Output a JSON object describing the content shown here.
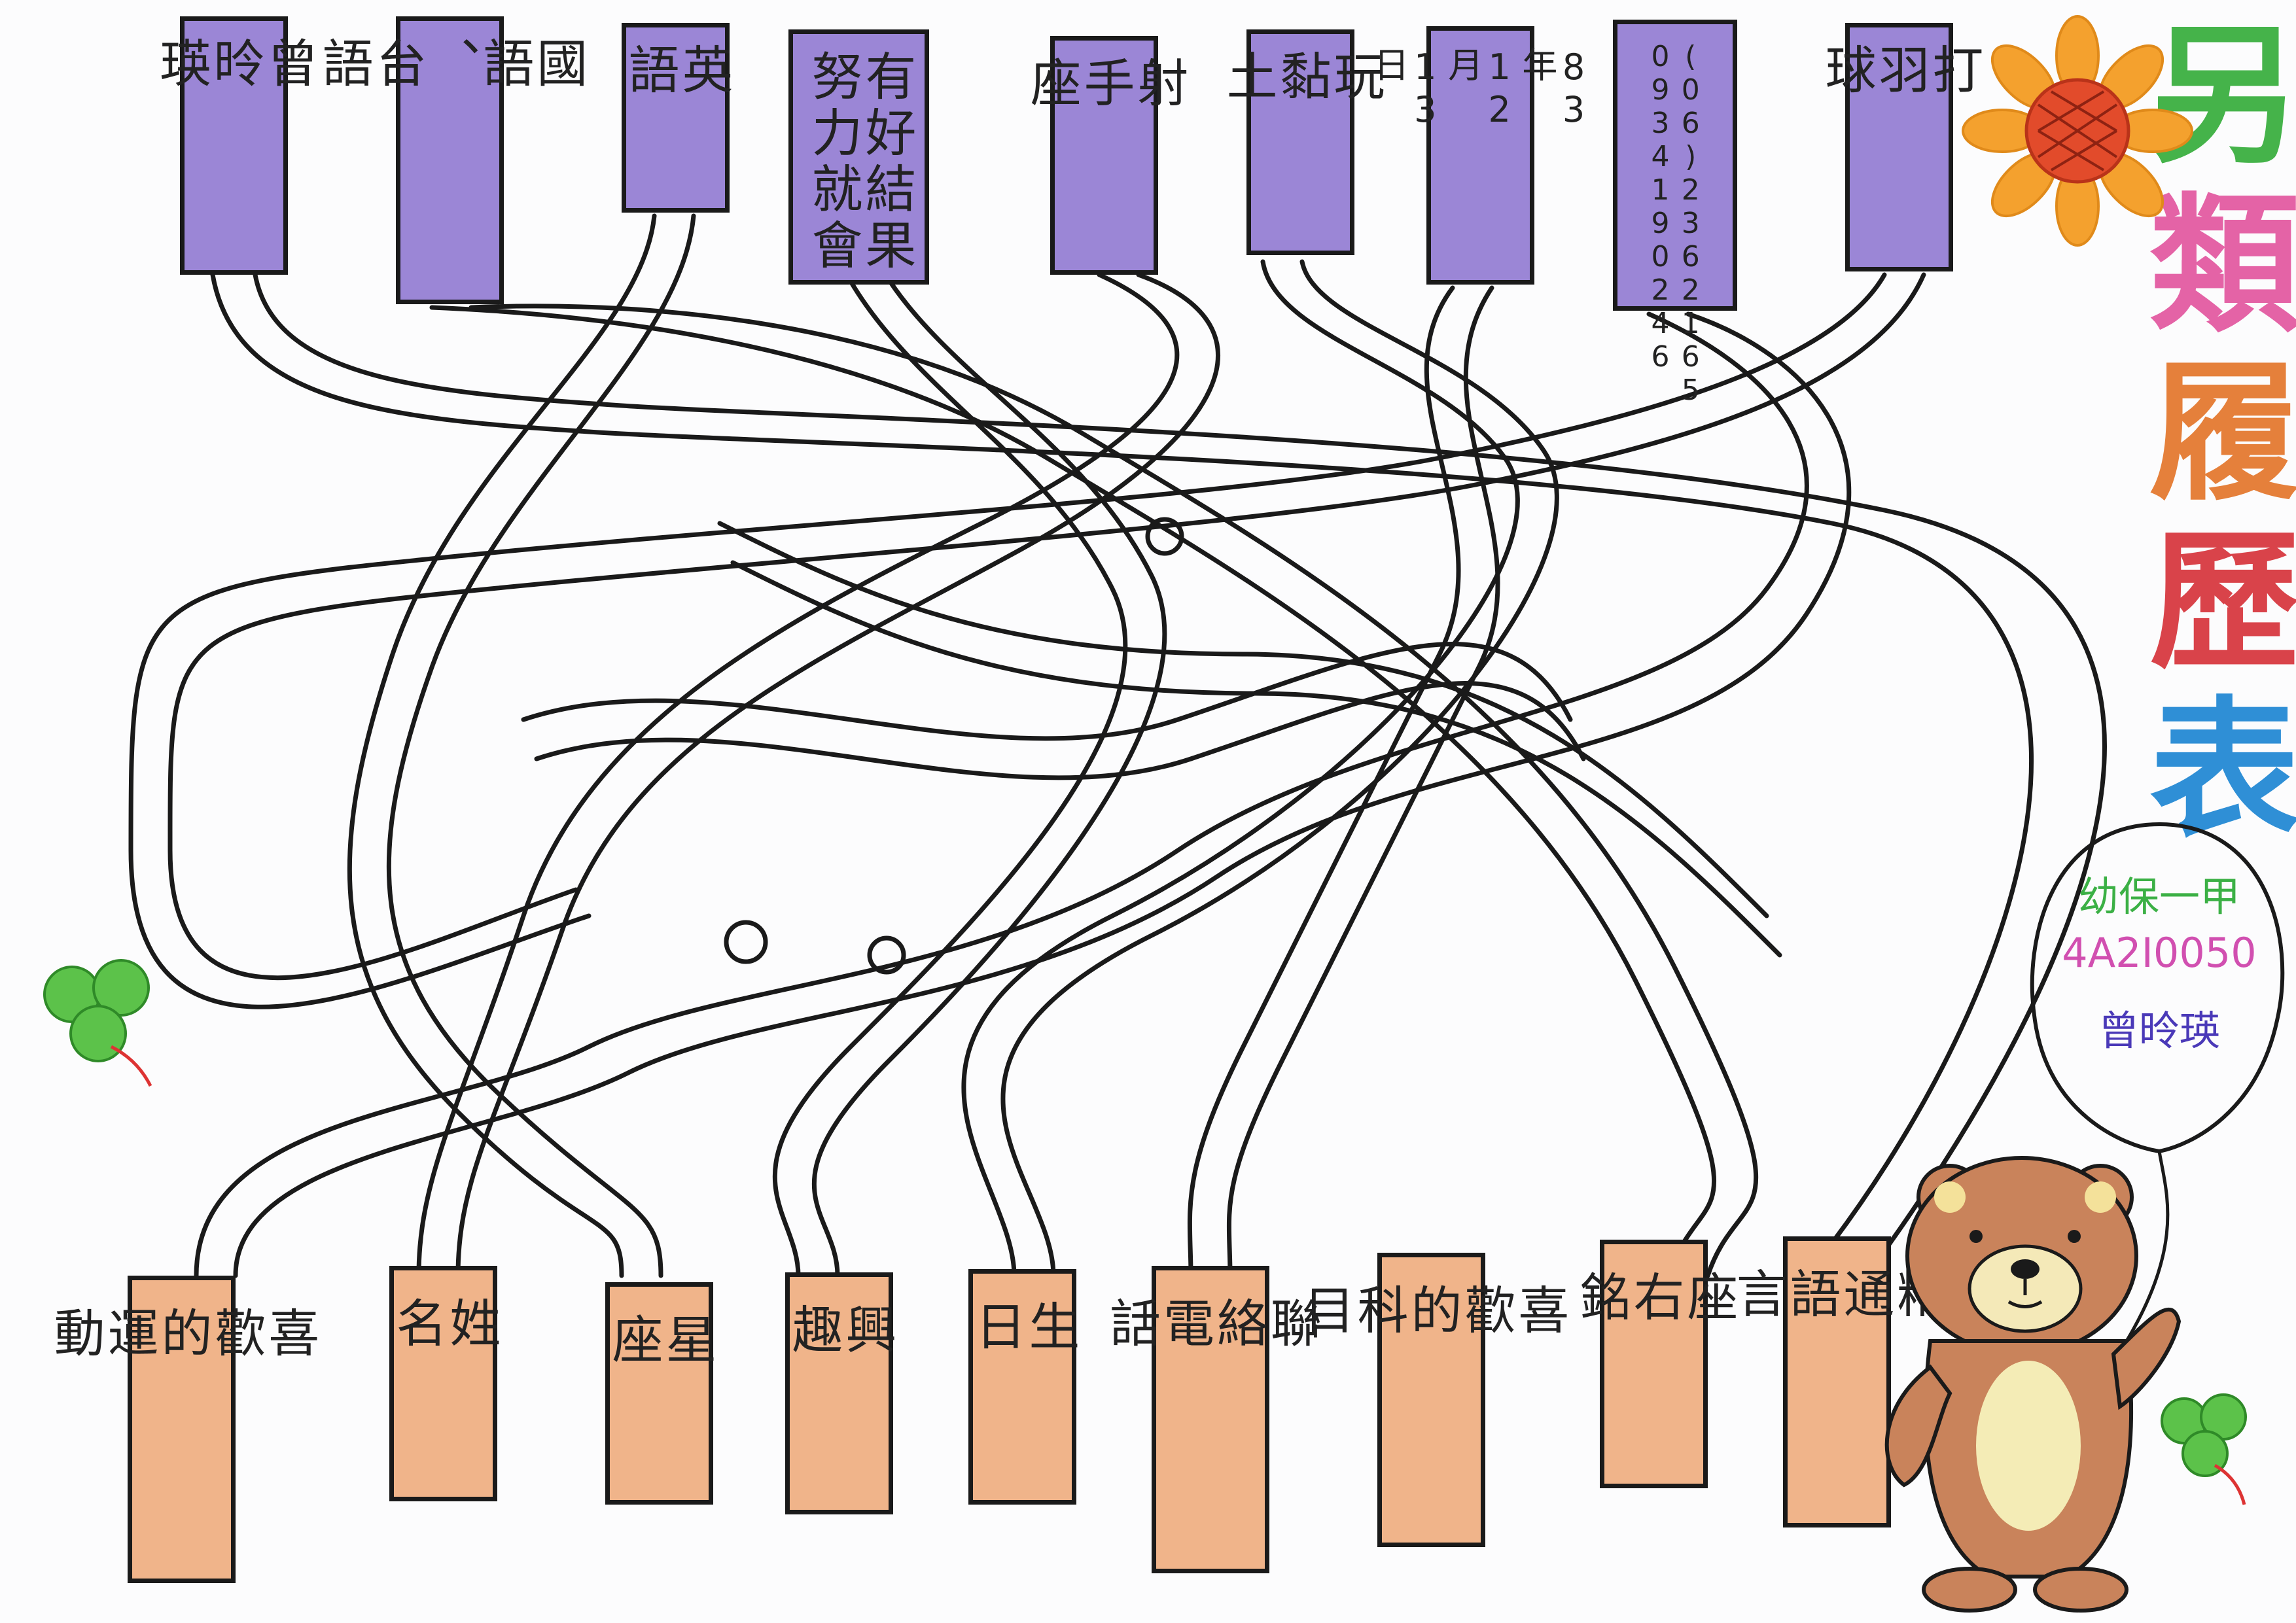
{
  "title": {
    "chars": [
      "另",
      "類",
      "履",
      "歷",
      "表"
    ],
    "colors": [
      "#45b34a",
      "#e463a6",
      "#e5803b",
      "#d9434a",
      "#2f8fd6"
    ]
  },
  "top_answers": [
    {
      "text": "曾\n昤\n瑛"
    },
    {
      "text": "國\n語\n、\n台\n語"
    },
    {
      "text": "英\n語"
    },
    {
      "text": "有好結果\n努力就會"
    },
    {
      "text": "射\n手\n座"
    },
    {
      "text": "玩\n黏\n土"
    },
    {
      "text": "83\n年\n12\n月\n13\n日"
    },
    {
      "text": "(06)2362165\n0934190246"
    },
    {
      "text": "打\n羽\n球"
    }
  ],
  "bottom_questions": [
    {
      "text": "喜\n歡\n的\n運\n動"
    },
    {
      "text": "姓\n名"
    },
    {
      "text": "星\n座"
    },
    {
      "text": "興\n趣"
    },
    {
      "text": "生\n日"
    },
    {
      "text": "聯\n絡\n電\n話"
    },
    {
      "text": "喜\n歡\n的\n科\n目"
    },
    {
      "text": "座\n右\n銘"
    },
    {
      "text": "精\n通\n語\n言"
    }
  ],
  "balloon": {
    "line1": "幼保一甲",
    "line2": "4A2I0050",
    "line3": "曾昤瑛",
    "colors": [
      "#3bb045",
      "#d14fb0",
      "#4a39b8"
    ]
  },
  "colors": {
    "top_tag": "#9b86d6",
    "bottom_tag": "#f0b48a",
    "ink": "#1a1a1a",
    "sunflower_petal": "#f4a12e",
    "sunflower_center": "#e24b2b",
    "clover": "#5cc24a",
    "bear": "#c9835b"
  },
  "icons": [
    "sunflower-icon",
    "clover-icon",
    "bear-icon",
    "balloon-icon"
  ]
}
